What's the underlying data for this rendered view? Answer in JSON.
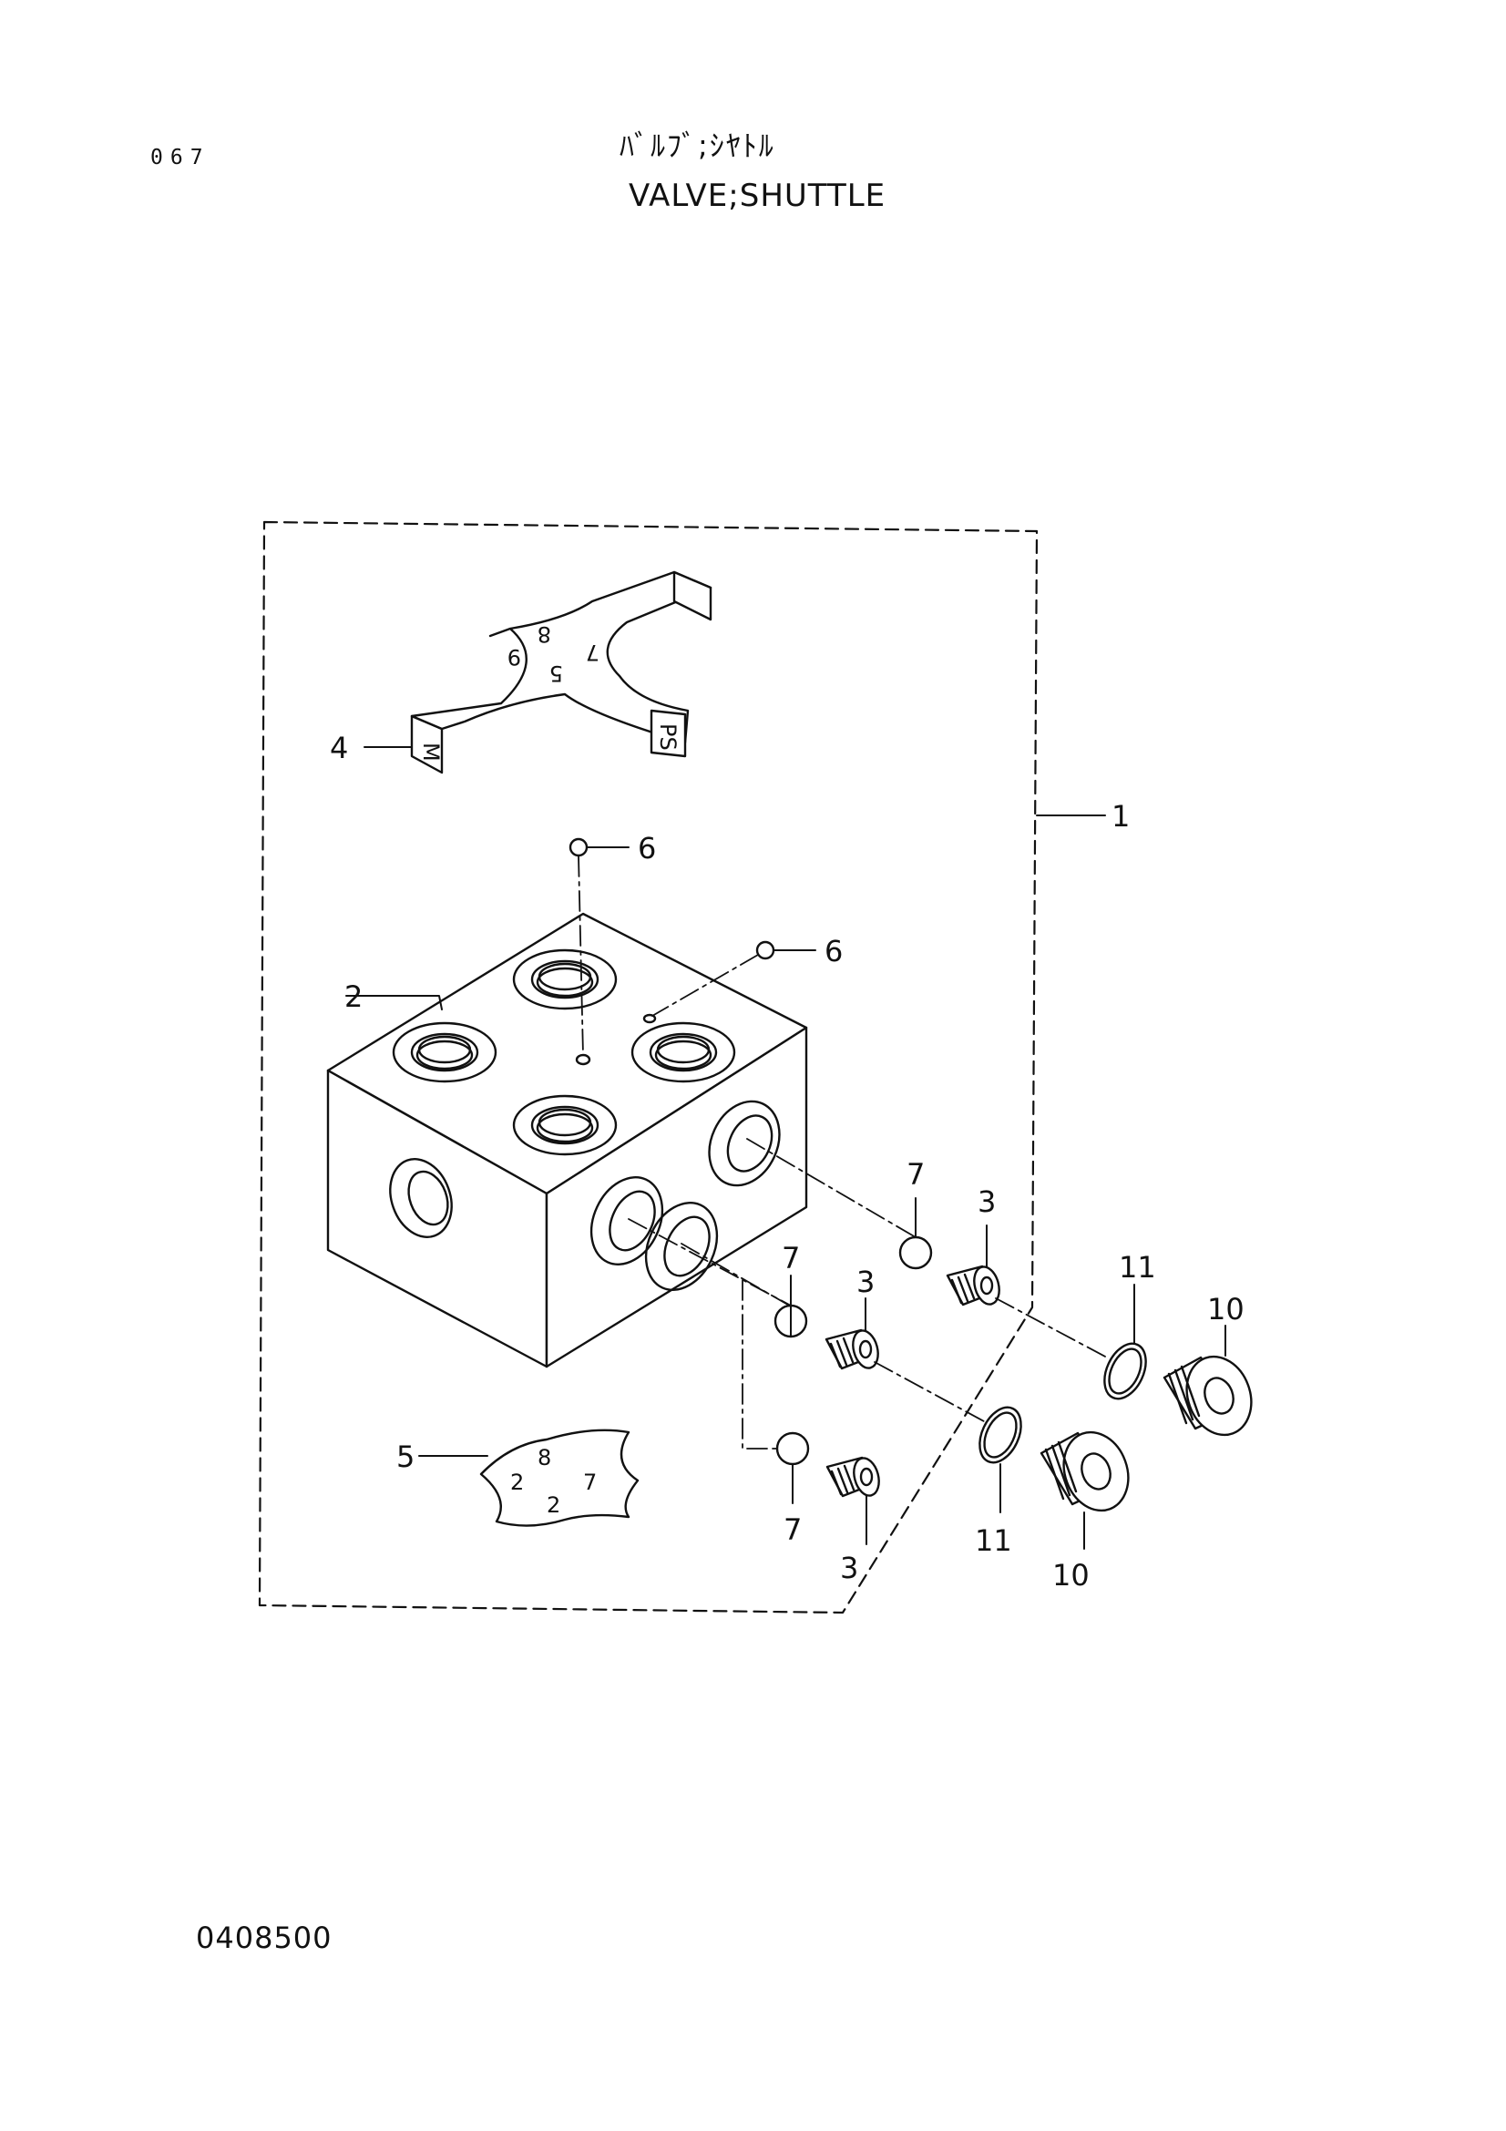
{
  "header": {
    "page_number": "067",
    "title_jp": "ﾊﾞﾙﾌﾞ;ｼﾔﾄﾙ",
    "title_en": "VALVE;SHUTTLE"
  },
  "footer": {
    "doc_code": "0408500"
  },
  "callouts": {
    "c1": "1",
    "c2": "2",
    "c3a": "3",
    "c3b": "3",
    "c3c": "3",
    "c4": "4",
    "c5": "5",
    "c6a": "6",
    "c6b": "6",
    "c7a": "7",
    "c7b": "7",
    "c7c": "7",
    "c10a": "10",
    "c10b": "10",
    "c11a": "11",
    "c11b": "11"
  },
  "plate_marks": {
    "top": [
      "9",
      "8",
      "5",
      "7",
      "M",
      "PS"
    ],
    "bottom": [
      "8",
      "2",
      "7",
      "2"
    ]
  }
}
